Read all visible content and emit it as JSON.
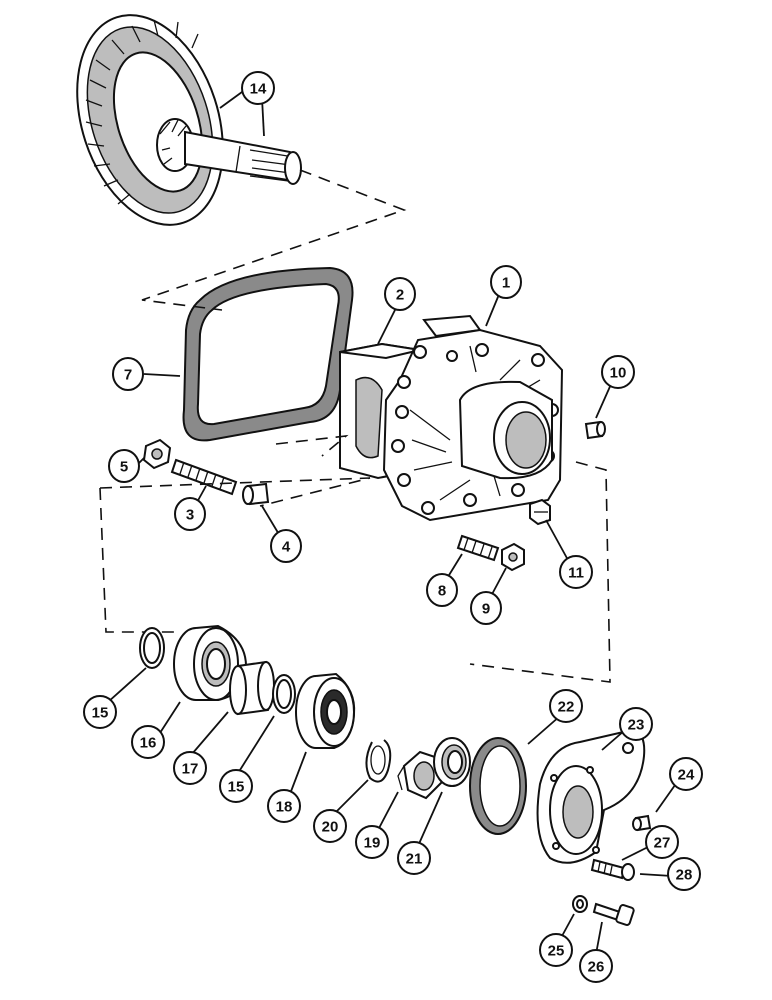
{
  "callouts": [
    {
      "id": "c1",
      "label": "1"
    },
    {
      "id": "c2",
      "label": "2"
    },
    {
      "id": "c3",
      "label": "3"
    },
    {
      "id": "c4",
      "label": "4"
    },
    {
      "id": "c5",
      "label": "5"
    },
    {
      "id": "c7",
      "label": "7"
    },
    {
      "id": "c8",
      "label": "8"
    },
    {
      "id": "c9",
      "label": "9"
    },
    {
      "id": "c10",
      "label": "10"
    },
    {
      "id": "c11",
      "label": "11"
    },
    {
      "id": "c14",
      "label": "14"
    },
    {
      "id": "c15a",
      "label": "15"
    },
    {
      "id": "c15b",
      "label": "15"
    },
    {
      "id": "c16",
      "label": "16"
    },
    {
      "id": "c17",
      "label": "17"
    },
    {
      "id": "c18",
      "label": "18"
    },
    {
      "id": "c19",
      "label": "19"
    },
    {
      "id": "c20",
      "label": "20"
    },
    {
      "id": "c21",
      "label": "21"
    },
    {
      "id": "c22",
      "label": "22"
    },
    {
      "id": "c23",
      "label": "23"
    },
    {
      "id": "c24",
      "label": "24"
    },
    {
      "id": "c25",
      "label": "25"
    },
    {
      "id": "c26",
      "label": "26"
    },
    {
      "id": "c27",
      "label": "27"
    },
    {
      "id": "c28",
      "label": "28"
    }
  ]
}
